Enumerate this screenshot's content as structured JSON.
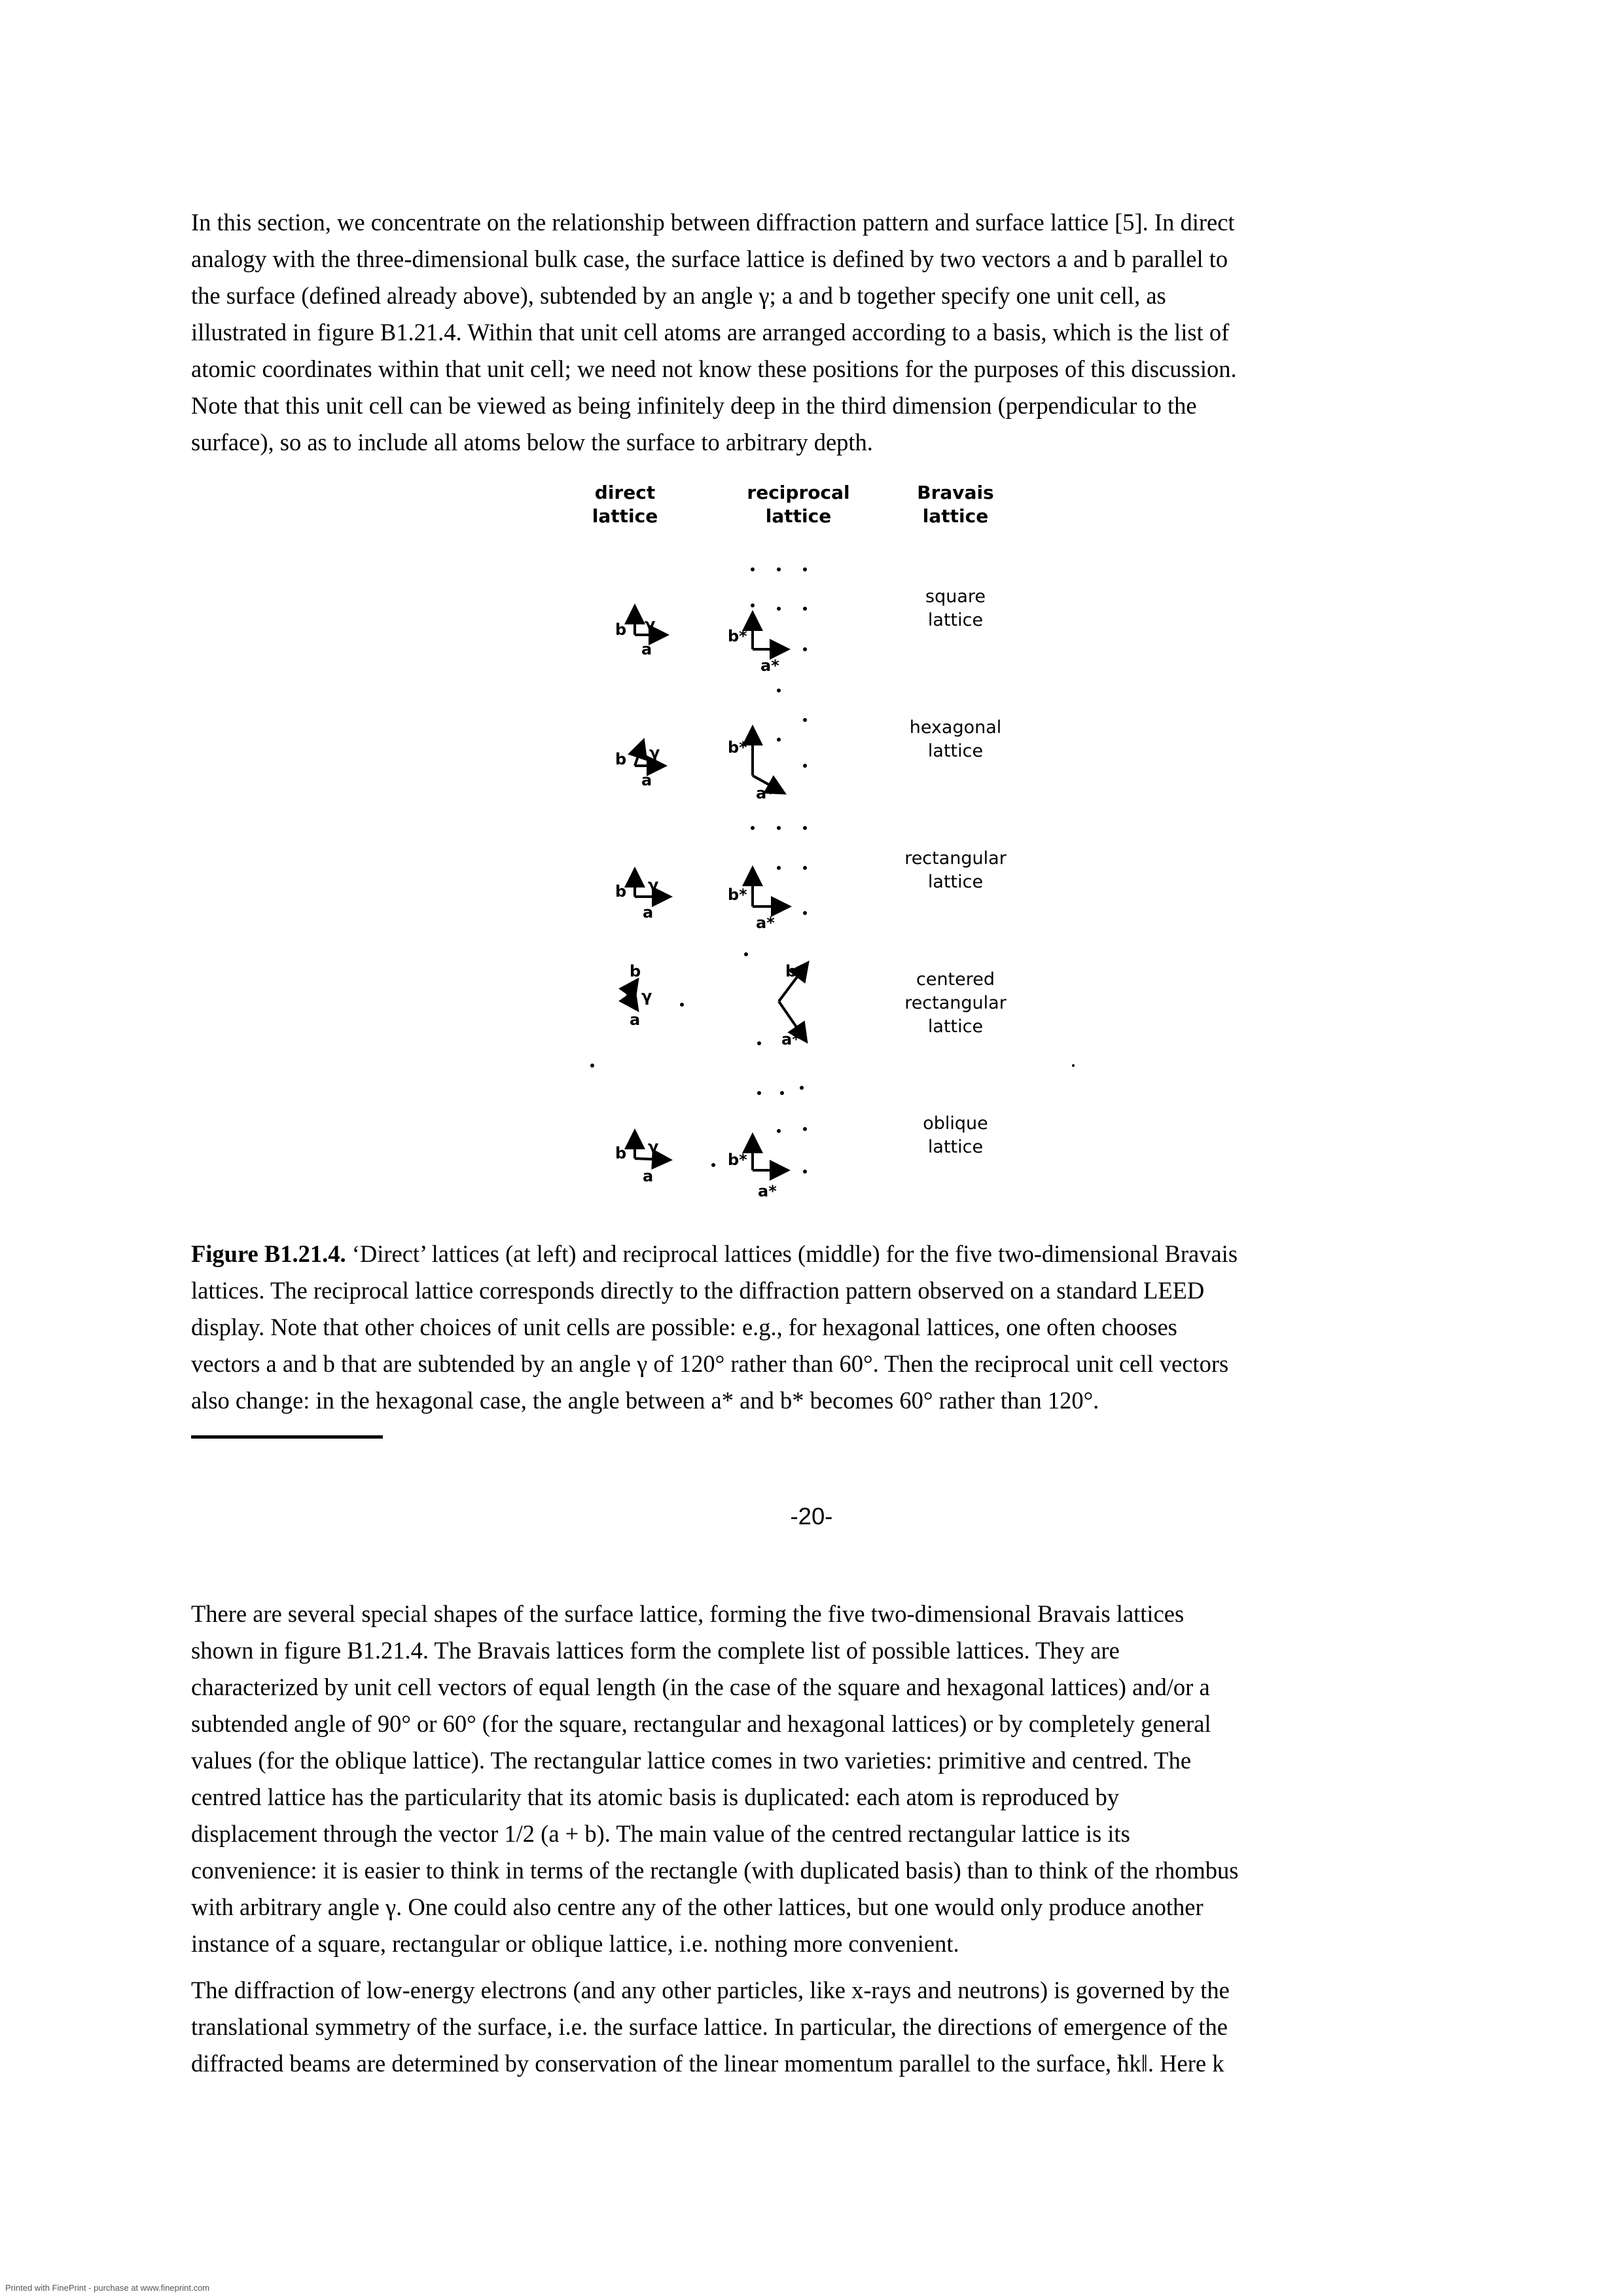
{
  "para1": [
    "In this section, we concentrate on the relationship between diffraction pattern and surface lattice [5]. In direct",
    "analogy with the three-dimensional bulk case, the surface lattice is defined by two vectors a and b parallel to",
    "the surface (defined already above), subtended by an angle γ; a and b together specify one unit cell, as",
    "illustrated in figure B1.21.4. Within that unit cell atoms are arranged according to a basis, which is the list of",
    "atomic coordinates within that unit cell; we need not know these positions for the purposes of this discussion.",
    "Note that this unit cell can be viewed as being infinitely deep in the third dimension (perpendicular to the",
    "surface), so as to include all atoms below the surface to arbitrary depth."
  ],
  "figure": {
    "headers": {
      "direct": [
        "direct",
        "lattice"
      ],
      "reciprocal": [
        "reciprocal",
        "lattice"
      ],
      "bravais": [
        "Bravais",
        "lattice"
      ]
    },
    "rows": [
      {
        "label": [
          "square",
          "lattice"
        ]
      },
      {
        "label": [
          "hexagonal",
          "lattice"
        ]
      },
      {
        "label": [
          "rectangular",
          "lattice"
        ]
      },
      {
        "label": [
          "centered",
          "rectangular",
          "lattice"
        ]
      },
      {
        "label": [
          "oblique",
          "lattice"
        ]
      }
    ],
    "symbols": {
      "a": "a",
      "b": "b",
      "gamma": "γ",
      "a_star": "a*",
      "b_star": "b*"
    }
  },
  "caption": {
    "label": "Figure B1.21.4.",
    "lines": [
      " ‘Direct’ lattices (at left) and reciprocal lattices (middle) for the five two-dimensional Bravais",
      "lattices. The reciprocal lattice corresponds directly to the diffraction pattern observed on a standard LEED",
      "display. Note that other choices of unit cells are possible: e.g., for hexagonal lattices, one often chooses",
      "vectors a and b that are subtended by an angle γ of 120° rather than 60°. Then the reciprocal unit cell vectors",
      "also change: in the hexagonal case, the angle between a* and b* becomes 60° rather than 120°."
    ]
  },
  "page_number": "-20-",
  "para2": [
    "There are several special shapes of the surface lattice, forming the five two-dimensional Bravais lattices",
    "shown in figure B1.21.4. The Bravais lattices form the complete list of possible lattices. They are",
    "characterized by unit cell vectors of equal length (in the case of the square and hexagonal lattices) and/or a",
    "subtended angle of 90° or 60° (for the square, rectangular and hexagonal lattices) or by completely general",
    "values (for the oblique lattice). The rectangular lattice comes in two varieties: primitive and centred. The",
    "centred lattice has the particularity that its atomic basis is duplicated: each atom is reproduced by",
    "displacement through the vector 1/2 (a + b). The main value of the centred rectangular lattice is its",
    "convenience: it is easier to think in terms of the rectangle (with duplicated basis) than to think of the rhombus",
    "with arbitrary angle γ. One could also centre any of the other lattices, but one would only produce another",
    "instance of a square, rectangular or oblique lattice, i.e. nothing more convenient."
  ],
  "para3": [
    "The diffraction of low-energy electrons (and any other particles, like x-rays and neutrons) is governed by the",
    "translational symmetry of the surface, i.e. the surface lattice. In particular, the directions of emergence of the",
    "diffracted beams are determined by conservation of the linear momentum parallel to the surface, ħk‖. Here k"
  ],
  "footer": "Printed with FinePrint - purchase at www.fineprint.com"
}
